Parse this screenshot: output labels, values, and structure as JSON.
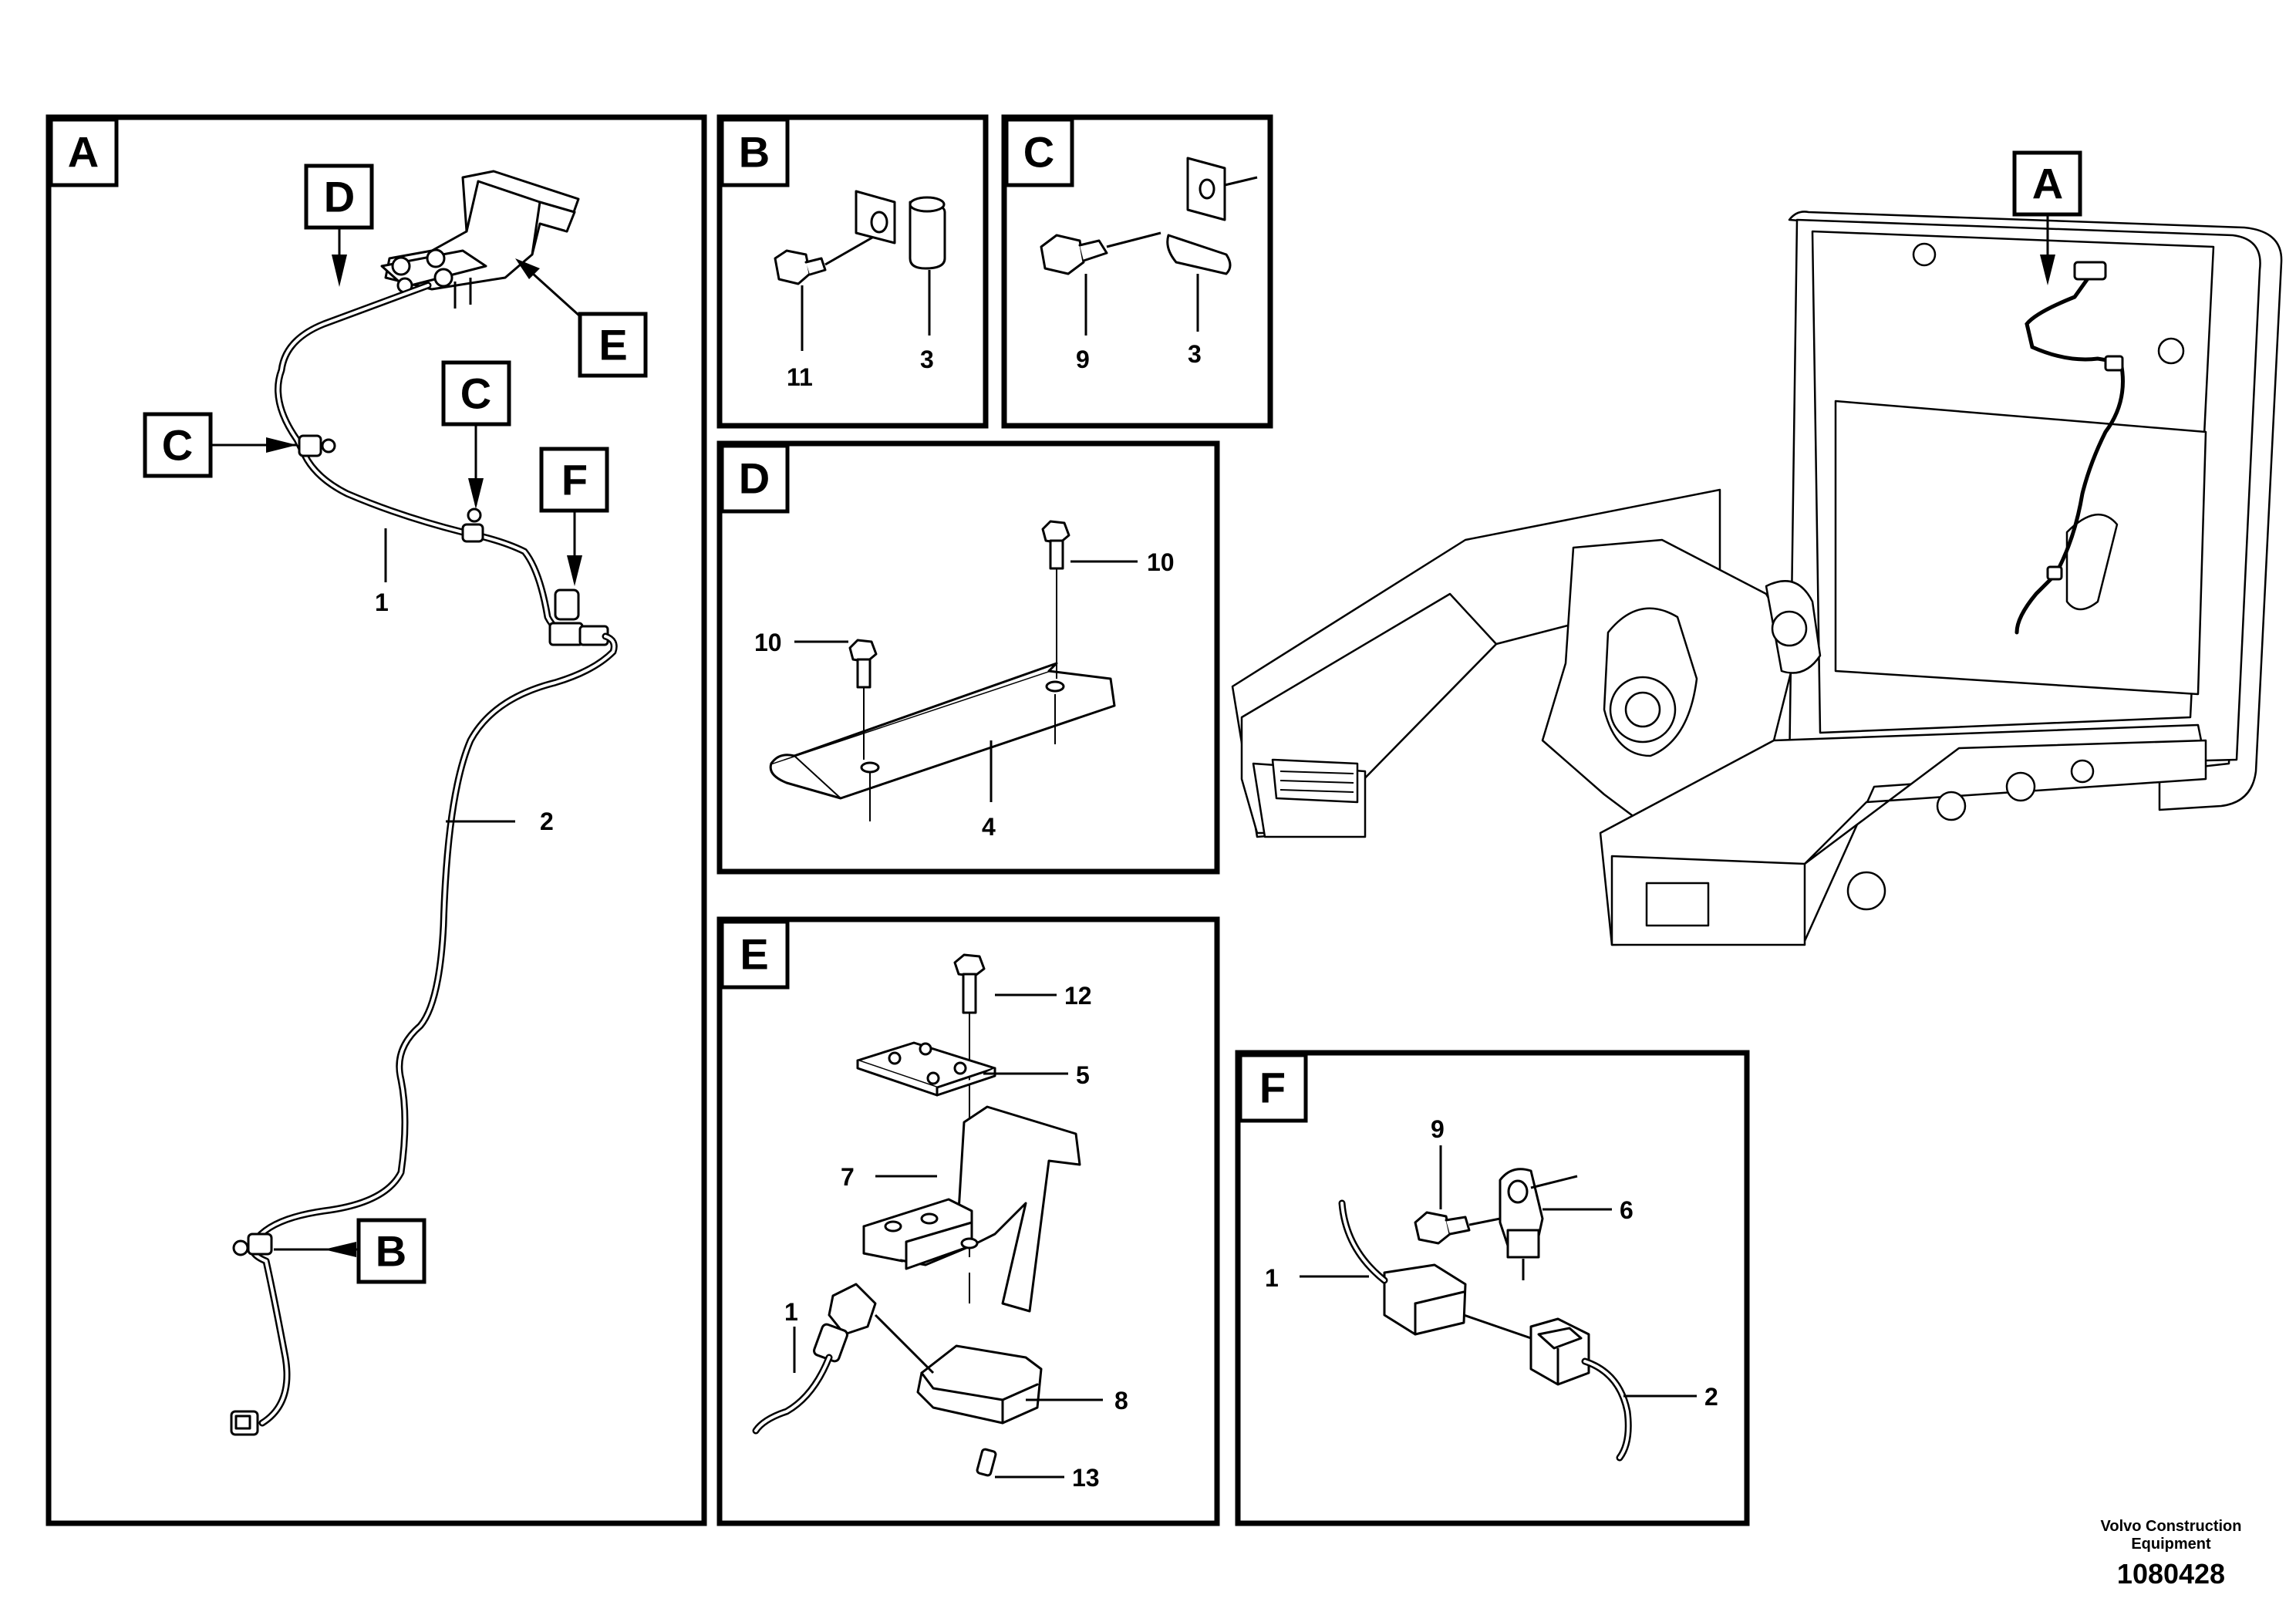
{
  "panels": {
    "A": {
      "tag": "A",
      "labels": {
        "cable1": "1",
        "cable2": "2"
      },
      "callouts": {
        "D": "D",
        "E": "E",
        "C1": "C",
        "C2": "C",
        "F": "F",
        "B": "B"
      }
    },
    "B": {
      "tag": "B",
      "labels": {
        "bolt": "11",
        "clip": "3"
      }
    },
    "C": {
      "tag": "C",
      "labels": {
        "bolt": "9",
        "clip": "3"
      }
    },
    "D": {
      "tag": "D",
      "labels": {
        "bolt_right": "10",
        "bolt_left": "10",
        "rail": "4"
      }
    },
    "E": {
      "tag": "E",
      "labels": {
        "bolt_top": "12",
        "plate": "5",
        "bracket": "7",
        "cable": "1",
        "sensor": "8",
        "screw": "13"
      }
    },
    "F": {
      "tag": "F",
      "labels": {
        "bolt": "9",
        "clip": "6",
        "cable1": "1",
        "cable2": "2"
      }
    },
    "overview": {
      "callout": "A"
    }
  },
  "footer": {
    "brand_line1": "Volvo Construction",
    "brand_line2": "Equipment",
    "doc_number": "1080428"
  },
  "icons": [
    "bolt-icon",
    "clip-icon",
    "connector-icon",
    "sensor-icon",
    "bracket-icon"
  ]
}
